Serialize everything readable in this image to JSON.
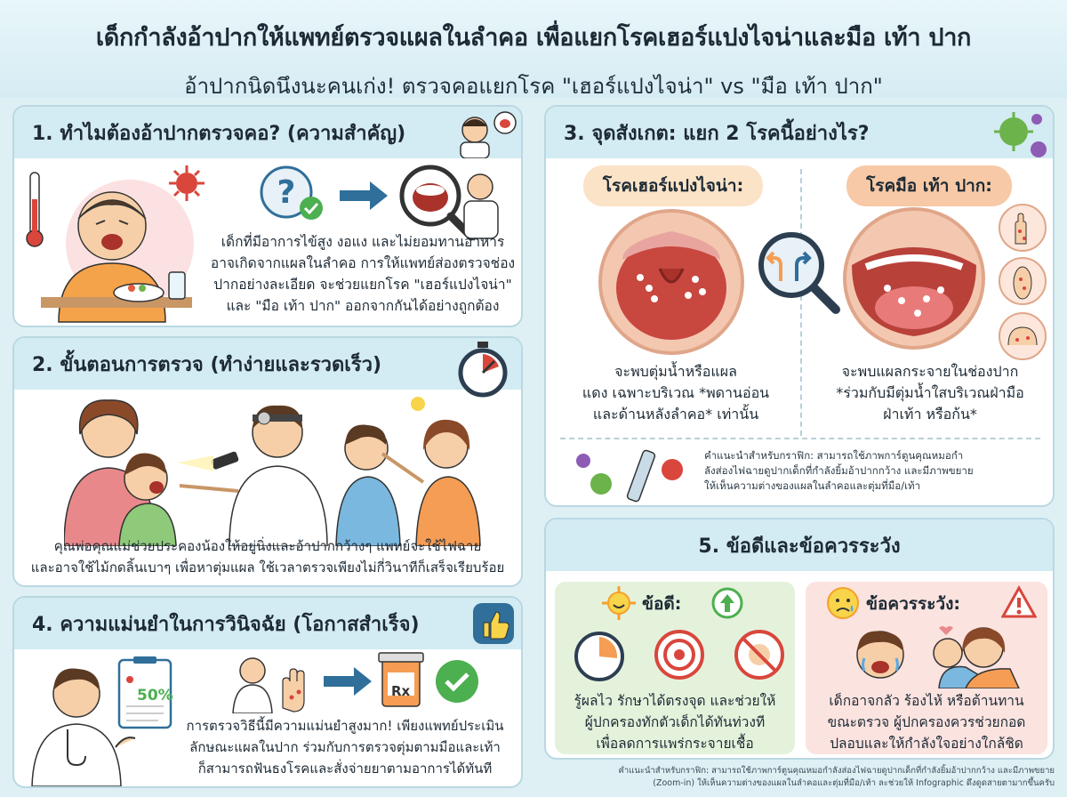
{
  "header": {
    "title": "เด็กกำลังอ้าปากให้แพทย์ตรวจแผลในลำคอ เพื่อแยกโรคเฮอร์แปงไจน่าและมือ เท้า ปาก",
    "subtitle": "อ้าปากนิดนึงนะคนเก่ง! ตรวจคอแยกโรค \"เฮอร์แปงไจน่า\" vs \"มือ เท้า ปาก\""
  },
  "section1": {
    "heading": "1. ทำไมต้องอ้าปากตรวจคอ? (ความสำคัญ)",
    "text": [
      "เด็กที่มีอาการไข้สูง งอแง และไม่ยอมทานอาหาร",
      "อาจเกิดจากแผลในลำคอ การให้แพทย์ส่องตรวจช่อง",
      "ปากอย่างละเอียด จะช่วยแยกโรค \"เฮอร์แปงไจน่า\"",
      "และ \"มือ เท้า ปาก\" ออกจากกันได้อย่างถูกต้อง"
    ]
  },
  "section2": {
    "heading": "2. ขั้นตอนการตรวจ (ทำง่ายและรวดเร็ว)",
    "text": [
      "คุณพ่อคุณแม่ช่วยประคองน้องให้อยู่นิ่งและอ้าปากกว้างๆ แพทย์จะใช้ไฟฉาย",
      "และอาจใช้ไม้กดลิ้นเบาๆ เพื่อหาตุ่มแผล ใช้เวลาตรวจเพียงไม่กี่วินาทีก็เสร็จเรียบร้อย"
    ]
  },
  "section3": {
    "heading": "3. จุดสังเกต: แยก 2 โรคนี้อย่างไร?",
    "left_label": "โรคเฮอร์แปงไจน่า:",
    "right_label": "โรคมือ เท้า ปาก:",
    "left_text": [
      "จะพบตุ่มน้ำหรือแผล",
      "แดง เฉพาะบริเวณ *พดานอ่อน",
      "และด้านหลังลำคอ* เท่านั้น"
    ],
    "right_text": [
      "จะพบแผลกระจายในช่องปาก",
      "*ร่วมกับมีตุ่มน้ำใสบริเวณฝ่ามือ",
      "ฝ่าเท้า หรือก้น*"
    ],
    "note": [
      "คำแนะนำสำหรับกราฟิก: สามารถใช้ภาพการ์ตูนคุณหมอกำ",
      "ลังส่องไฟฉายดูปากเด็กที่กำลังยิ้มอ้าปากกว้าง และมีภาพขยาย",
      "ให้เห็นความต่างของแผลในลำคอและตุ่มที่มือ/เท้า"
    ]
  },
  "section4": {
    "heading": "4. ความแม่นยำในการวินิจฉัย (โอกาสสำเร็จ)",
    "chart_label": "50%",
    "rx_label": "Rx",
    "text": [
      "การตรวจวิธีนี้มีความแม่นยำสูงมาก! เพียงแพทย์ประเมิน",
      "ลักษณะแผลในปาก ร่วมกับการตรวจตุ่มตามมือและเท้า",
      "ก็สามารถฟันธงโรคและสั่งจ่ายยาตามอาการได้ทันที"
    ]
  },
  "section5": {
    "heading": "5. ข้อดีและข้อควรระวัง",
    "pros_label": "ข้อดี:",
    "cons_label": "ข้อควรระวัง:",
    "pros_text": [
      "รู้ผลไว รักษาได้ตรงจุด และช่วยให้",
      "ผู้ปกครองทักตัวเด็กได้ทันท่วงที",
      "เพื่อลดการแพร่กระจายเชื้อ"
    ],
    "cons_text": [
      "เด็กอาจกลัว ร้องไห้ หรือต้านทาน",
      "ขณะตรวจ ผู้ปกครองควรช่วยกอด",
      "ปลอบและให้กำลังใจอย่างใกล้ชิด"
    ]
  },
  "footnote": [
    "คำแนะนำสำหรับกราฟิก: สามารถใช้ภาพการ์ตูนคุณหมอกำลังส่องไฟฉายดูปากเด็กที่กำลังยิ้มอ้าปากกว้าง และมีภาพขยาย",
    "(Zoom-in) ให้เห็นความต่างของแผลในลำคอและตุ่มที่มือ/เท้า ละช่วยให้ Infographic ดึงดูดสายตามากขึ้นครับ"
  ],
  "colors": {
    "panel_head": "#d3ebf2",
    "pill_left": "#fbe3c8",
    "pill_right": "#f7c9a6",
    "pros_bg": "#e4f2dc",
    "cons_bg": "#fbe3e0",
    "accent_red": "#d9463c",
    "accent_green": "#4caf50",
    "accent_blue": "#2f6f9a"
  }
}
